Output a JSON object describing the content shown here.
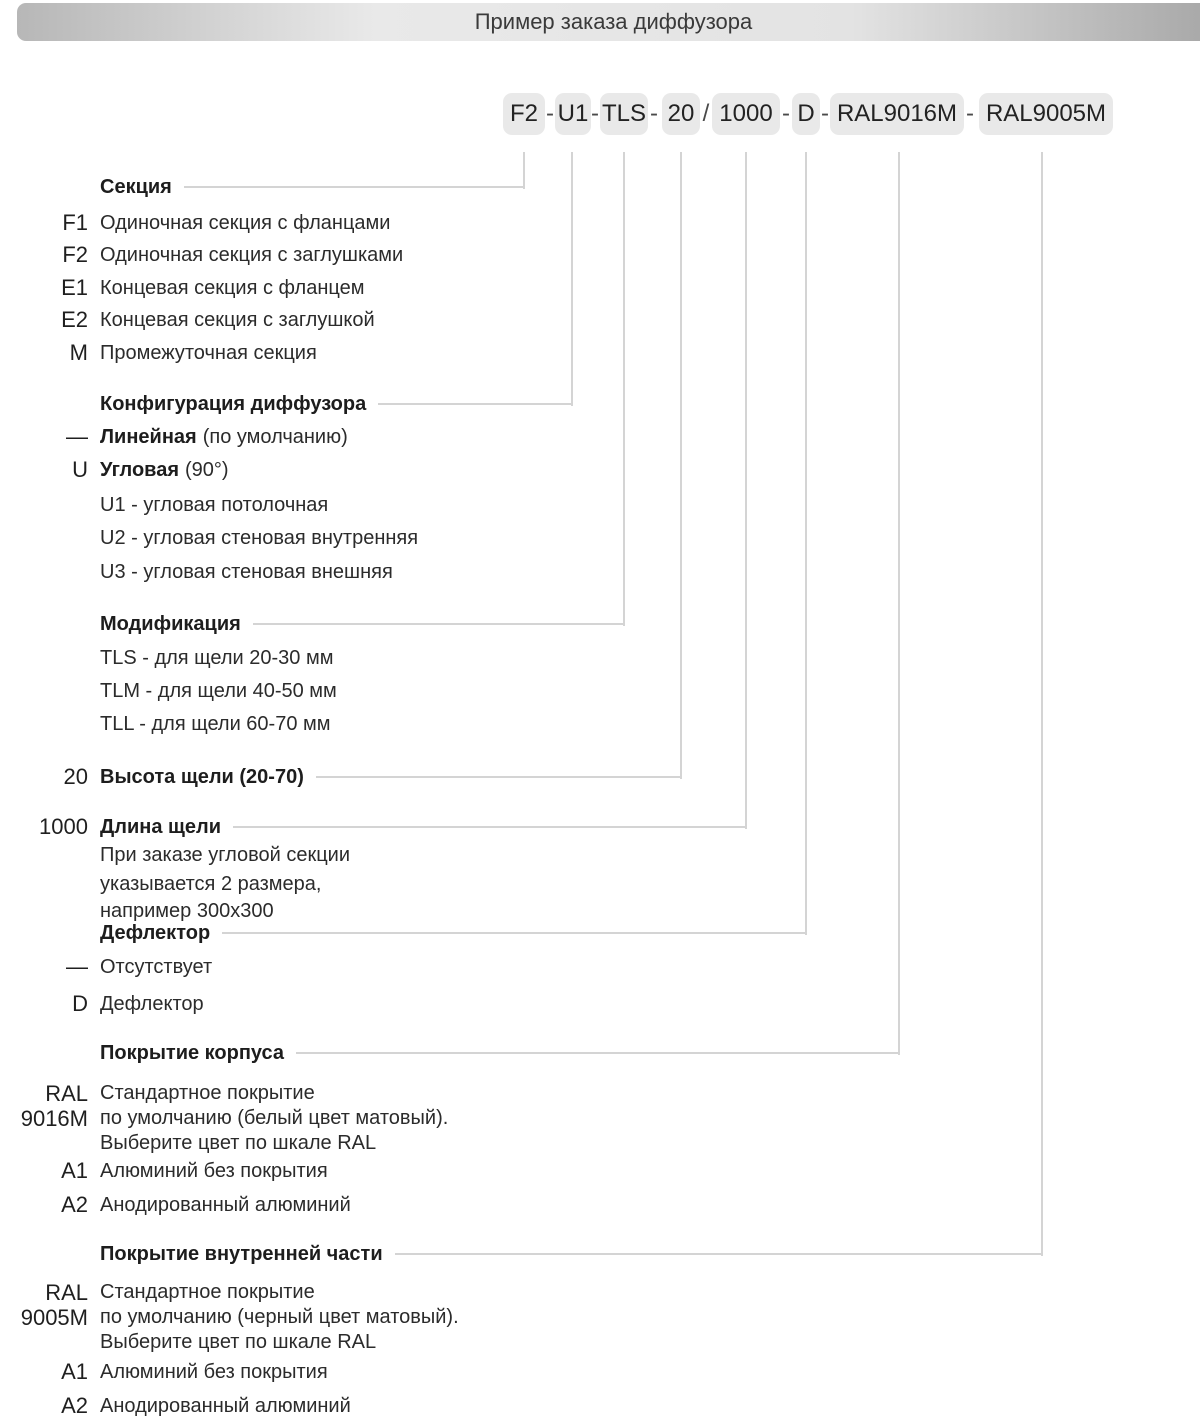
{
  "title": "Пример заказа диффузора",
  "order_code": {
    "segments": [
      "F2",
      "U1",
      "TLS",
      "20",
      "1000",
      "D",
      "RAL9016M",
      "RAL9005M"
    ],
    "separators": [
      "-",
      "-",
      "-",
      "/",
      "-",
      "-",
      "-"
    ]
  },
  "sections": [
    {
      "prefix": "",
      "header": "Секция",
      "items": [
        {
          "prefix": "F1",
          "text": "Одиночная секция с  фланцами"
        },
        {
          "prefix": "F2",
          "text": "Одиночная секция с заглушками"
        },
        {
          "prefix": "E1",
          "text": "Концевая секция с фланцем"
        },
        {
          "prefix": "E2",
          "text": "Концевая секция с заглушкой"
        },
        {
          "prefix": "M",
          "text": "Промежуточная секция"
        }
      ]
    },
    {
      "prefix": "",
      "header": "Конфигурация диффузора",
      "items": [
        {
          "prefix": "—",
          "bold": "Линейная",
          "text": "(по умолчанию)"
        },
        {
          "prefix": "U",
          "bold": "Угловая",
          "text": "(90°)"
        },
        {
          "prefix": "",
          "text": "U1 - угловая потолочная"
        },
        {
          "prefix": "",
          "text": "U2 - угловая стеновая внутренняя"
        },
        {
          "prefix": "",
          "text": "U3 - угловая стеновая внешняя"
        }
      ]
    },
    {
      "prefix": "",
      "header": "Модификация",
      "items": [
        {
          "prefix": "",
          "text": "TLS -  для щели 20-30 мм"
        },
        {
          "prefix": "",
          "text": "TLM -  для щели 40-50 мм"
        },
        {
          "prefix": "",
          "text": "TLL -  для щели 60-70 мм"
        }
      ]
    },
    {
      "prefix": "20",
      "header": "Высота щели (20-70)",
      "items": []
    },
    {
      "prefix": "1000",
      "header": "Длина щели",
      "items": [
        {
          "prefix": "",
          "text": "При заказе угловой секции"
        },
        {
          "prefix": "",
          "text": "указывается 2 размера,"
        },
        {
          "prefix": "",
          "text": "например 300x300"
        }
      ]
    },
    {
      "prefix": "",
      "header": "Дефлектор",
      "items": [
        {
          "prefix": "—",
          "text": "Отсутствует"
        },
        {
          "prefix": "D",
          "text": "Дефлектор"
        }
      ]
    },
    {
      "prefix": "",
      "header": "Покрытие корпуса",
      "ral": {
        "code_line1": "RAL",
        "code_line2": "9016M",
        "desc1": "Стандартное покрытие",
        "desc2": "по умолчанию (белый цвет матовый).",
        "desc3": "Выберите цвет по шкале RAL"
      },
      "items": [
        {
          "prefix": "A1",
          "text": "Алюминий без покрытия"
        },
        {
          "prefix": "A2",
          "text": "Анодированный алюминий"
        }
      ]
    },
    {
      "prefix": "",
      "header": "Покрытие внутренней части",
      "ral": {
        "code_line1": "RAL",
        "code_line2": "9005M",
        "desc1": "Стандартное покрытие",
        "desc2": "по умолчанию (черный цвет матовый).",
        "desc3": "Выберите цвет по шкале RAL"
      },
      "items": [
        {
          "prefix": "A1",
          "text": "Алюминий без покрытия"
        },
        {
          "prefix": "A2",
          "text": "Анодированный алюминий"
        }
      ]
    }
  ]
}
